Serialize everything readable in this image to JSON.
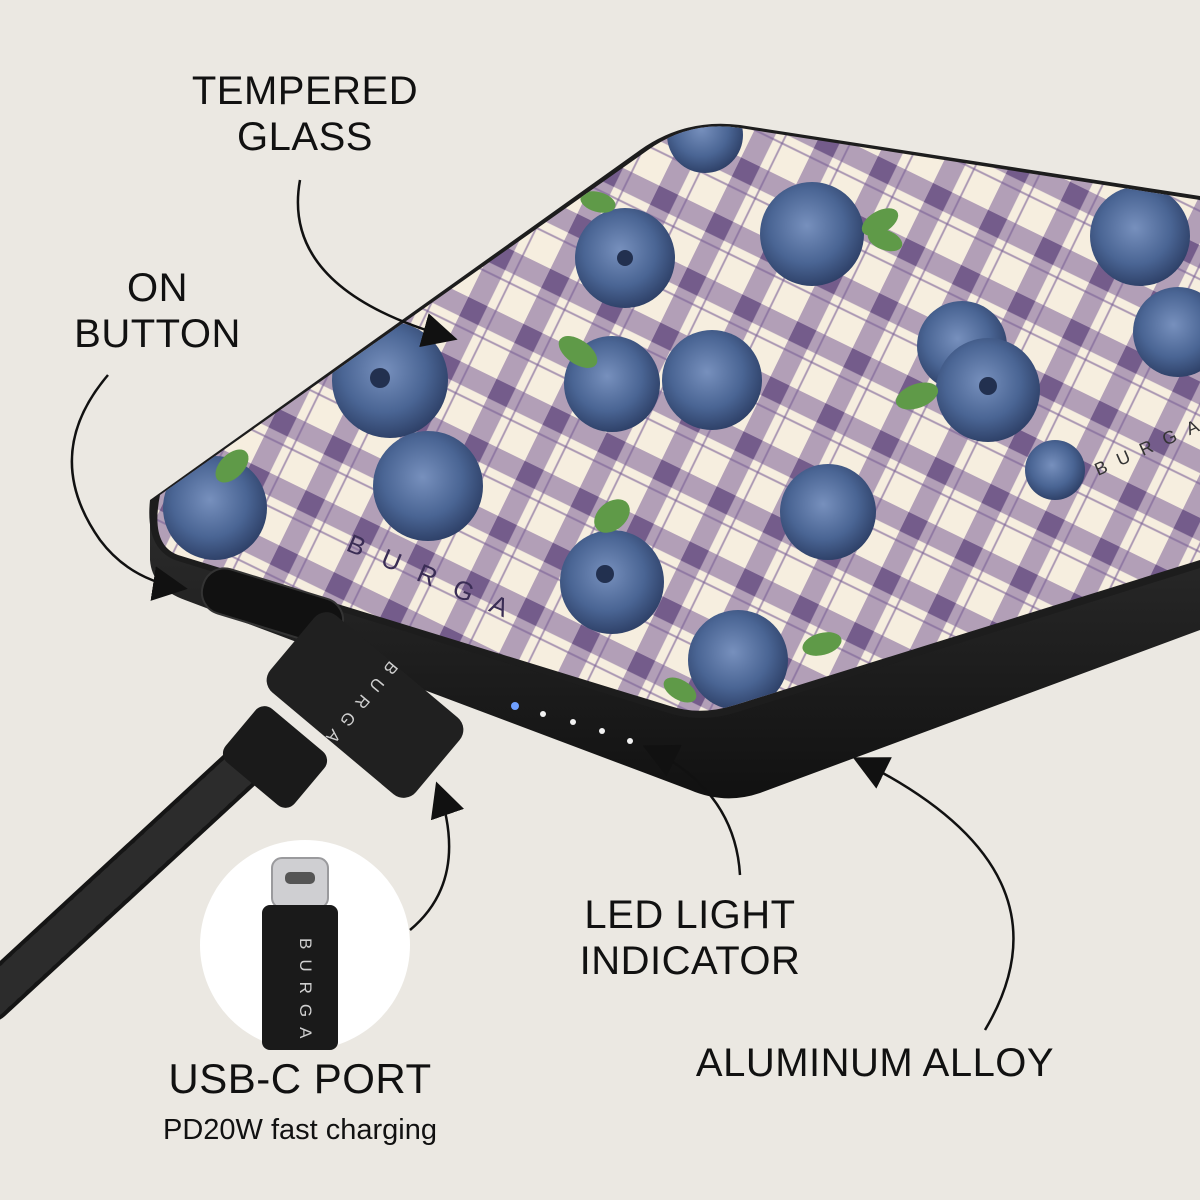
{
  "callouts": {
    "tempered_glass": [
      "TEMPERED",
      "GLASS"
    ],
    "on_button": [
      "ON",
      "BUTTON"
    ],
    "led_indicator": [
      "LED LIGHT",
      "INDICATOR"
    ],
    "aluminum_alloy": "ALUMINUM ALLOY",
    "usb_c_port": "USB-C PORT",
    "usb_c_subtitle": "PD20W fast charging"
  },
  "brand": {
    "device_logo": "BURGA",
    "cable_logo": "BURGA",
    "connector_logo": "BURGA"
  },
  "led_indicator_count": 5,
  "colors": {
    "background": "#ebe8e2",
    "device_body": "#1d1d1d",
    "gingham_cream": "#f6eedf",
    "gingham_purple": "#7a5f95",
    "blueberry": "#4a6594",
    "leaf": "#5f9a48",
    "led_active": "#6fa0ff"
  }
}
